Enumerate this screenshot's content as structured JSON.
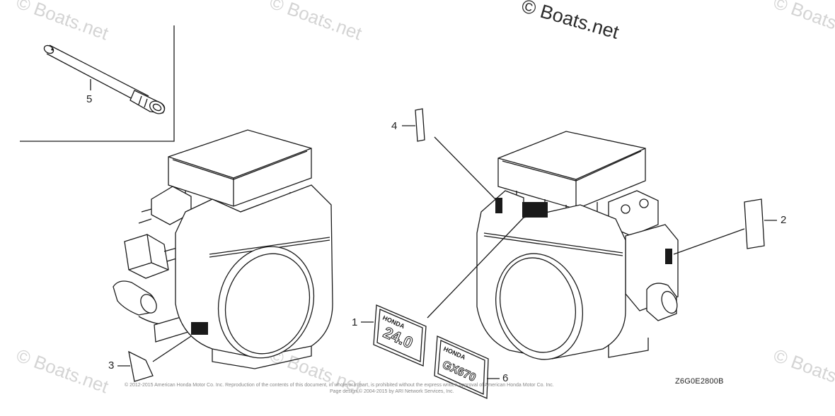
{
  "watermarks": {
    "main": "© Boats.net",
    "faint": "© Boats.net"
  },
  "callouts": [
    "1",
    "2",
    "3",
    "4",
    "5",
    "6"
  ],
  "diagram_code": "Z6G0E2800B",
  "emblems": {
    "emblem_1_brand": "HONDA",
    "emblem_1_model": "24.0",
    "emblem_6_brand": "HONDA",
    "emblem_6_model": "GX670"
  },
  "copyright_line_1": "© 2012-2015 American Honda Motor Co. Inc. Reproduction of the contents of this document, in whole or in part, is prohibited without the express written approval of American Honda Motor Co. Inc.",
  "copyright_line_2": "Page design © 2004-2015 by ARI Network Services, Inc."
}
